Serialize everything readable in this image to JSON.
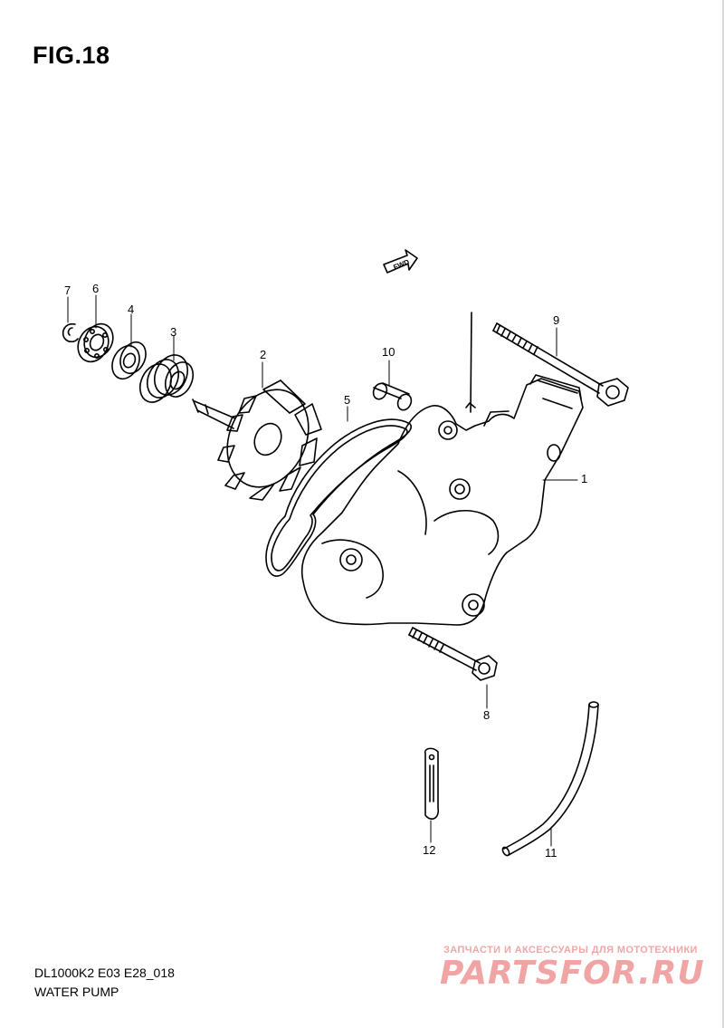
{
  "figure": {
    "title": "FIG.18"
  },
  "fwd_label": "FWD",
  "callouts": [
    {
      "id": "1",
      "part": "water-pump-body"
    },
    {
      "id": "2",
      "part": "impeller"
    },
    {
      "id": "3",
      "part": "mechanical-seal"
    },
    {
      "id": "4",
      "part": "oil-seal"
    },
    {
      "id": "5",
      "part": "o-ring"
    },
    {
      "id": "6",
      "part": "bearing"
    },
    {
      "id": "7",
      "part": "circlip"
    },
    {
      "id": "8",
      "part": "bolt-lower"
    },
    {
      "id": "9",
      "part": "bolt-long"
    },
    {
      "id": "10",
      "part": "dowel-pin"
    },
    {
      "id": "11",
      "part": "hose"
    },
    {
      "id": "12",
      "part": "clamp"
    }
  ],
  "footer": {
    "model_code": "DL1000K2 E03 E28_018",
    "section_name": "WATER PUMP"
  },
  "watermark": {
    "tagline": "ЗАПЧАСТИ И АКСЕССУАРЫ ДЛЯ МОТОТЕХНИКИ",
    "logo_text": "PARTSFOR.RU"
  }
}
